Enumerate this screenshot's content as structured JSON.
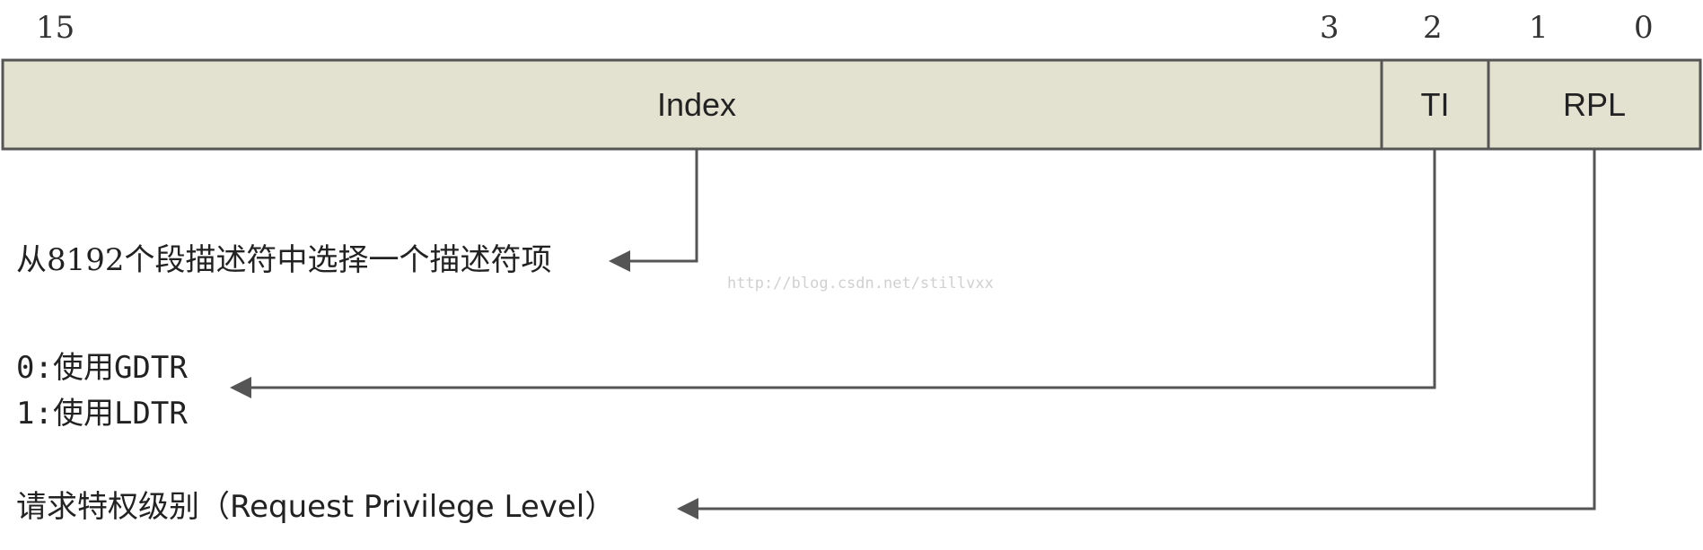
{
  "bit_labels": {
    "b15": "15",
    "b3": "3",
    "b2": "2",
    "b1": "1",
    "b0": "0"
  },
  "fields": {
    "index": "Index",
    "ti": "TI",
    "rpl": "RPL"
  },
  "descriptions": {
    "index": "从8192个段描述符中选择一个描述符项",
    "ti_line1": "0:使用GDTR",
    "ti_line2": "1:使用LDTR",
    "rpl": "请求特权级别（Request Privilege Level）"
  },
  "watermark": "http://blog.csdn.net/stillvxx",
  "colors": {
    "field_fill": "#e3e1d0",
    "border": "#555555",
    "arrow": "#555555"
  }
}
